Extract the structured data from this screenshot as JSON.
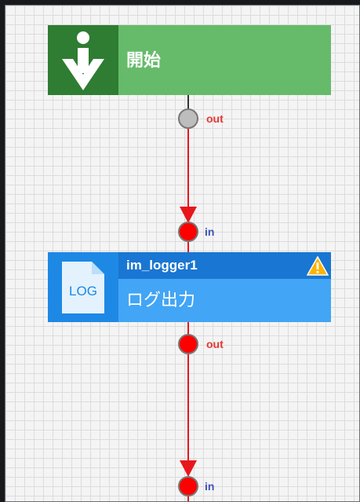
{
  "nodes": {
    "start": {
      "label": "開始",
      "icon": "arrow-down-icon",
      "color": "#66bb6a",
      "icon_bg": "#2e7d32"
    },
    "logger": {
      "id": "im_logger1",
      "label": "ログ出力",
      "icon": "log-file-icon",
      "icon_text": "LOG",
      "warning_icon": "warning-icon",
      "color": "#42a5f5",
      "header_color": "#1976d2"
    }
  },
  "ports": {
    "start_out": "out",
    "logger_in": "in",
    "logger_out": "out",
    "next_in": "in"
  },
  "colors": {
    "connector": "#e8161b",
    "port_active": "#ff0000",
    "port_idle": "#bdbdbd"
  }
}
